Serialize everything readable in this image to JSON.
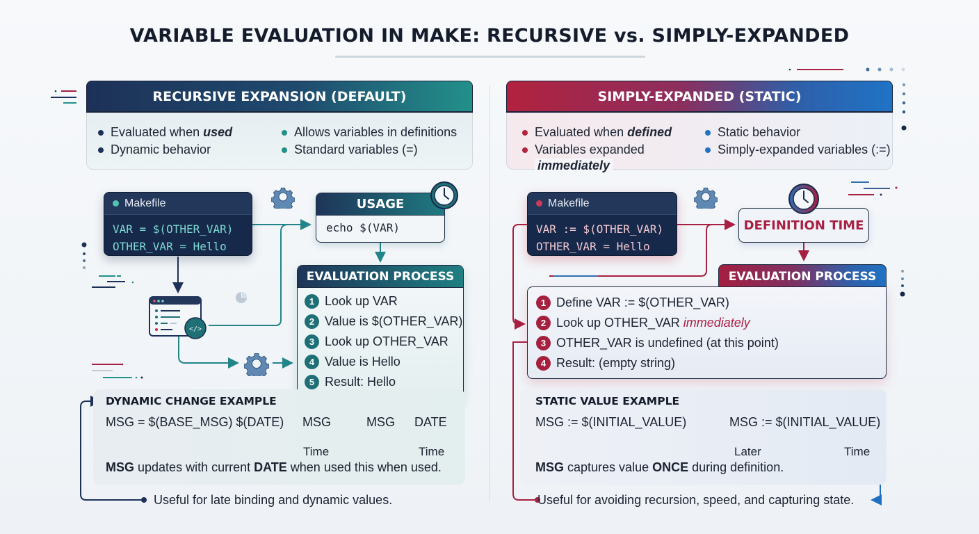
{
  "title": "VARIABLE EVALUATION IN MAKE: RECURSIVE vs. SIMPLY-EXPANDED",
  "colors": {
    "navy": "#1d3158",
    "teal": "#22908a",
    "crimson": "#b2223f",
    "blue": "#1f73c6",
    "text": "#1b2230"
  },
  "left": {
    "header": "RECURSIVE EXPANSION (DEFAULT)",
    "features": {
      "col1": [
        {
          "prefix": "Evaluated when ",
          "emphasis": "used"
        },
        {
          "prefix": "Dynamic behavior",
          "emphasis": ""
        }
      ],
      "col2": [
        {
          "text": "Allows variables in definitions"
        },
        {
          "text": "Standard variables (=)"
        }
      ]
    },
    "makefile": {
      "label": "Makefile",
      "lines": [
        "VAR = $(OTHER_VAR)",
        "OTHER_VAR = Hello"
      ]
    },
    "usage": {
      "label": "USAGE",
      "code": "echo $(VAR)"
    },
    "evaluation": {
      "title": "EVALUATION PROCESS",
      "steps": [
        {
          "n": "1",
          "text": "Look up VAR"
        },
        {
          "n": "2",
          "text": "Value is $(OTHER_VAR)"
        },
        {
          "n": "3",
          "text": "Look up OTHER_VAR"
        },
        {
          "n": "4",
          "text": "Value is Hello"
        },
        {
          "n": "5",
          "text": "Result: Hello"
        }
      ]
    },
    "example": {
      "title": "DYNAMIC CHANGE EXAMPLE",
      "expr": "MSG =  $(BASE_MSG) $(DATE)",
      "seq": [
        "MSG",
        "MSG",
        "DATE"
      ],
      "timeline_labels": [
        "Time",
        "Time"
      ],
      "note": {
        "b1": "MSG",
        "t1": " updates with current ",
        "b2": "DATE",
        "t2": " when used this when used."
      }
    },
    "useful": "Useful for late binding and dynamic values."
  },
  "right": {
    "header": "SIMPLY-EXPANDED (STATIC)",
    "features": {
      "col1": [
        {
          "prefix": "Evaluated when ",
          "emphasis": "defined"
        },
        {
          "prefix": "Variables expanded",
          "emphasis": "immediately"
        }
      ],
      "col2": [
        {
          "text": "Static behavior"
        },
        {
          "text": "Simply-expanded variables (:=)"
        }
      ]
    },
    "makefile": {
      "label": "Makefile",
      "lines": [
        "VAR := $(OTHER_VAR)",
        "OTHER_VAR = Hello"
      ]
    },
    "definition_time": "DEFINITION TIME",
    "evaluation": {
      "title": "EVALUATION PROCESS",
      "steps": [
        {
          "n": "1",
          "text": "Define VAR := $(OTHER_VAR)",
          "em": ""
        },
        {
          "n": "2",
          "text": "Look up OTHER_VAR ",
          "em": "immediately"
        },
        {
          "n": "3",
          "text": "OTHER_VAR is undefined (at this point)",
          "em": ""
        },
        {
          "n": "4",
          "text": "Result: (empty string)",
          "em": ""
        }
      ]
    },
    "example": {
      "title": "STATIC VALUE EXAMPLE",
      "expr": "MSG  :=  $(INITIAL_VALUE)",
      "expr2": "MSG := $(INITIAL_VALUE)",
      "timeline_labels": [
        "Later",
        "Time"
      ],
      "note": {
        "b1": "MSG",
        "t1": " captures value ",
        "b2": "ONCE",
        "t2": " during definition."
      }
    },
    "useful": "Useful for avoiding recursion, speed, and capturing state."
  }
}
